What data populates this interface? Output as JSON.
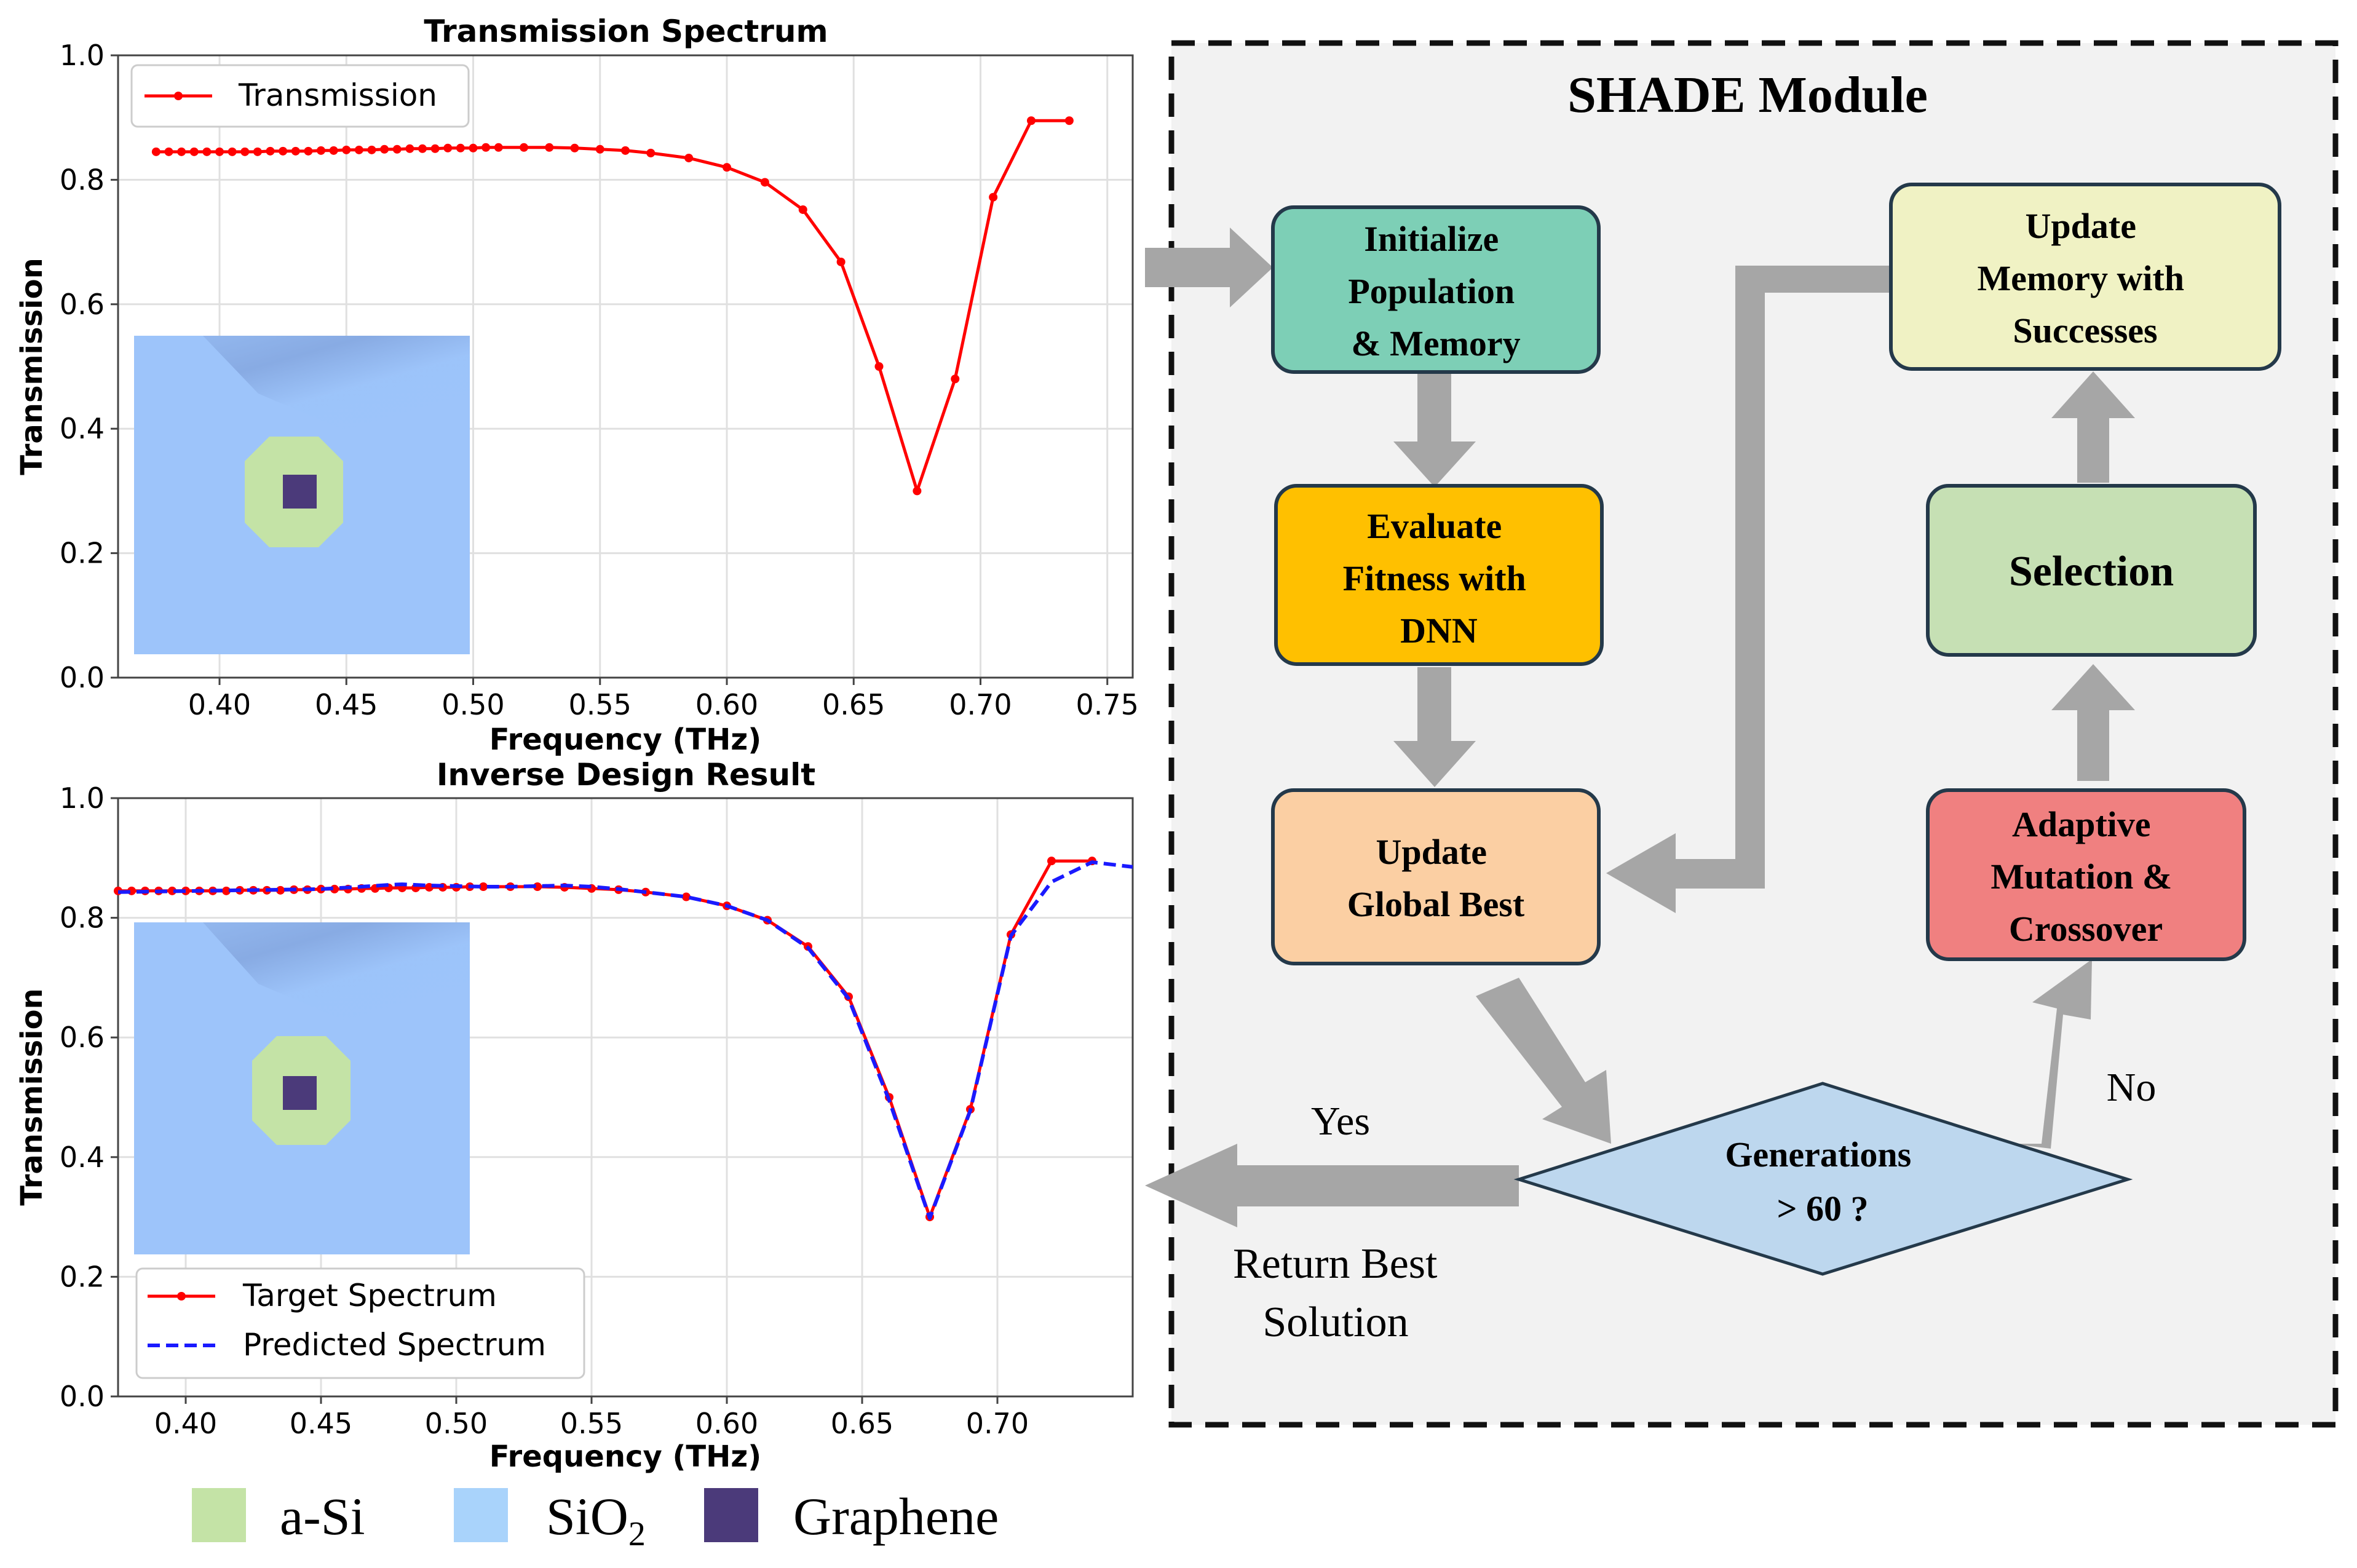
{
  "chart_data": [
    {
      "type": "line",
      "title": "Transmission Spectrum",
      "xlabel": "Frequency (THz)",
      "ylabel": "Transmission",
      "xlim": [
        0.36,
        0.76
      ],
      "ylim": [
        0.0,
        1.0
      ],
      "xticks": [
        "0.40",
        "0.45",
        "0.50",
        "0.55",
        "0.60",
        "0.65",
        "0.70",
        "0.75"
      ],
      "xtick_values": [
        0.4,
        0.45,
        0.5,
        0.55,
        0.6,
        0.65,
        0.7,
        0.75
      ],
      "yticks": [
        "0.0",
        "0.2",
        "0.4",
        "0.6",
        "0.8",
        "1.0"
      ],
      "ytick_values": [
        0.0,
        0.2,
        0.4,
        0.6,
        0.8,
        1.0
      ],
      "grid": true,
      "legend_position": "top-left",
      "series": [
        {
          "name": "Transmission",
          "color": "#ff0000",
          "style": "solid-markers",
          "x": [
            0.375,
            0.38,
            0.385,
            0.39,
            0.395,
            0.4,
            0.405,
            0.41,
            0.415,
            0.42,
            0.425,
            0.43,
            0.435,
            0.44,
            0.445,
            0.45,
            0.455,
            0.46,
            0.465,
            0.47,
            0.475,
            0.48,
            0.485,
            0.49,
            0.495,
            0.5,
            0.505,
            0.51,
            0.52,
            0.53,
            0.54,
            0.55,
            0.56,
            0.57,
            0.585,
            0.6,
            0.615,
            0.63,
            0.645,
            0.66,
            0.675,
            0.69,
            0.705,
            0.72,
            0.735
          ],
          "y": [
            0.845,
            0.845,
            0.845,
            0.845,
            0.845,
            0.845,
            0.845,
            0.845,
            0.845,
            0.846,
            0.846,
            0.846,
            0.846,
            0.847,
            0.847,
            0.848,
            0.848,
            0.848,
            0.849,
            0.849,
            0.85,
            0.85,
            0.85,
            0.851,
            0.851,
            0.851,
            0.852,
            0.852,
            0.852,
            0.852,
            0.851,
            0.849,
            0.847,
            0.843,
            0.835,
            0.82,
            0.796,
            0.752,
            0.668,
            0.5,
            0.3,
            0.48,
            0.772,
            0.895,
            0.895
          ]
        }
      ]
    },
    {
      "type": "line",
      "title": "Inverse Design Result",
      "xlabel": "Frequency (THz)",
      "ylabel": "Transmission",
      "xlim": [
        0.375,
        0.75
      ],
      "ylim": [
        0.0,
        1.0
      ],
      "xticks": [
        "0.40",
        "0.45",
        "0.50",
        "0.55",
        "0.60",
        "0.65",
        "0.70"
      ],
      "xtick_values": [
        0.4,
        0.45,
        0.5,
        0.55,
        0.6,
        0.65,
        0.7
      ],
      "yticks": [
        "0.0",
        "0.2",
        "0.4",
        "0.6",
        "0.8",
        "1.0"
      ],
      "ytick_values": [
        0.0,
        0.2,
        0.4,
        0.6,
        0.8,
        1.0
      ],
      "grid": true,
      "legend_position": "bottom-left",
      "series": [
        {
          "name": "Target Spectrum",
          "color": "#ff0000",
          "style": "solid-markers",
          "x": [
            0.375,
            0.38,
            0.385,
            0.39,
            0.395,
            0.4,
            0.405,
            0.41,
            0.415,
            0.42,
            0.425,
            0.43,
            0.435,
            0.44,
            0.445,
            0.45,
            0.455,
            0.46,
            0.465,
            0.47,
            0.475,
            0.48,
            0.485,
            0.49,
            0.495,
            0.5,
            0.505,
            0.51,
            0.52,
            0.53,
            0.54,
            0.55,
            0.56,
            0.57,
            0.585,
            0.6,
            0.615,
            0.63,
            0.645,
            0.66,
            0.675,
            0.69,
            0.705,
            0.72,
            0.735
          ],
          "y": [
            0.845,
            0.845,
            0.845,
            0.845,
            0.845,
            0.845,
            0.845,
            0.845,
            0.845,
            0.846,
            0.846,
            0.846,
            0.846,
            0.847,
            0.847,
            0.848,
            0.848,
            0.848,
            0.849,
            0.849,
            0.85,
            0.85,
            0.85,
            0.851,
            0.851,
            0.851,
            0.852,
            0.852,
            0.852,
            0.852,
            0.851,
            0.849,
            0.847,
            0.843,
            0.835,
            0.82,
            0.796,
            0.752,
            0.668,
            0.5,
            0.3,
            0.48,
            0.772,
            0.895,
            0.895
          ]
        },
        {
          "name": "Predicted Spectrum",
          "color": "#1a1aff",
          "style": "dashed",
          "x": [
            0.375,
            0.39,
            0.405,
            0.42,
            0.435,
            0.45,
            0.465,
            0.475,
            0.48,
            0.49,
            0.5,
            0.51,
            0.52,
            0.53,
            0.54,
            0.55,
            0.56,
            0.57,
            0.585,
            0.6,
            0.615,
            0.63,
            0.645,
            0.66,
            0.675,
            0.69,
            0.705,
            0.72,
            0.735,
            0.75
          ],
          "y": [
            0.843,
            0.844,
            0.845,
            0.846,
            0.847,
            0.848,
            0.852,
            0.855,
            0.856,
            0.854,
            0.853,
            0.852,
            0.852,
            0.853,
            0.854,
            0.852,
            0.848,
            0.843,
            0.835,
            0.82,
            0.796,
            0.75,
            0.665,
            0.495,
            0.298,
            0.478,
            0.77,
            0.86,
            0.893,
            0.885
          ]
        }
      ]
    }
  ],
  "legend_materials": [
    {
      "label": "a-Si",
      "color": "#c4e3a6"
    },
    {
      "label": "SiO",
      "sub": "2",
      "color": "#a9d3fb"
    },
    {
      "label": "Graphene",
      "color": "#4b3a7a"
    }
  ],
  "flowchart": {
    "title": "SHADE Module",
    "nodes": {
      "initialize": {
        "lines": [
          "Initialize",
          "Population",
          "& Memory"
        ],
        "fill": "#7dcfb6"
      },
      "evaluate": {
        "lines": [
          "Evaluate",
          "Fitness with",
          "DNN"
        ],
        "fill": "#ffc000"
      },
      "update_global": {
        "lines": [
          "Update",
          "Global Best"
        ],
        "fill": "#fbcfa3"
      },
      "update_memory": {
        "lines": [
          "Update",
          "Memory with",
          "Successes"
        ],
        "fill": "#f0f2c4"
      },
      "selection": {
        "lines": [
          "Selection"
        ],
        "fill": "#c6e0b4"
      },
      "mutation": {
        "lines": [
          "Adaptive",
          "Mutation &",
          "Crossover"
        ],
        "fill": "#f08080"
      },
      "decision": {
        "lines": [
          "Generations",
          "> 60 ?"
        ],
        "fill": "#bdd7ee"
      }
    },
    "labels": {
      "yes": "Yes",
      "no": "No",
      "return_lines": [
        "Return Best",
        "Solution"
      ]
    }
  }
}
